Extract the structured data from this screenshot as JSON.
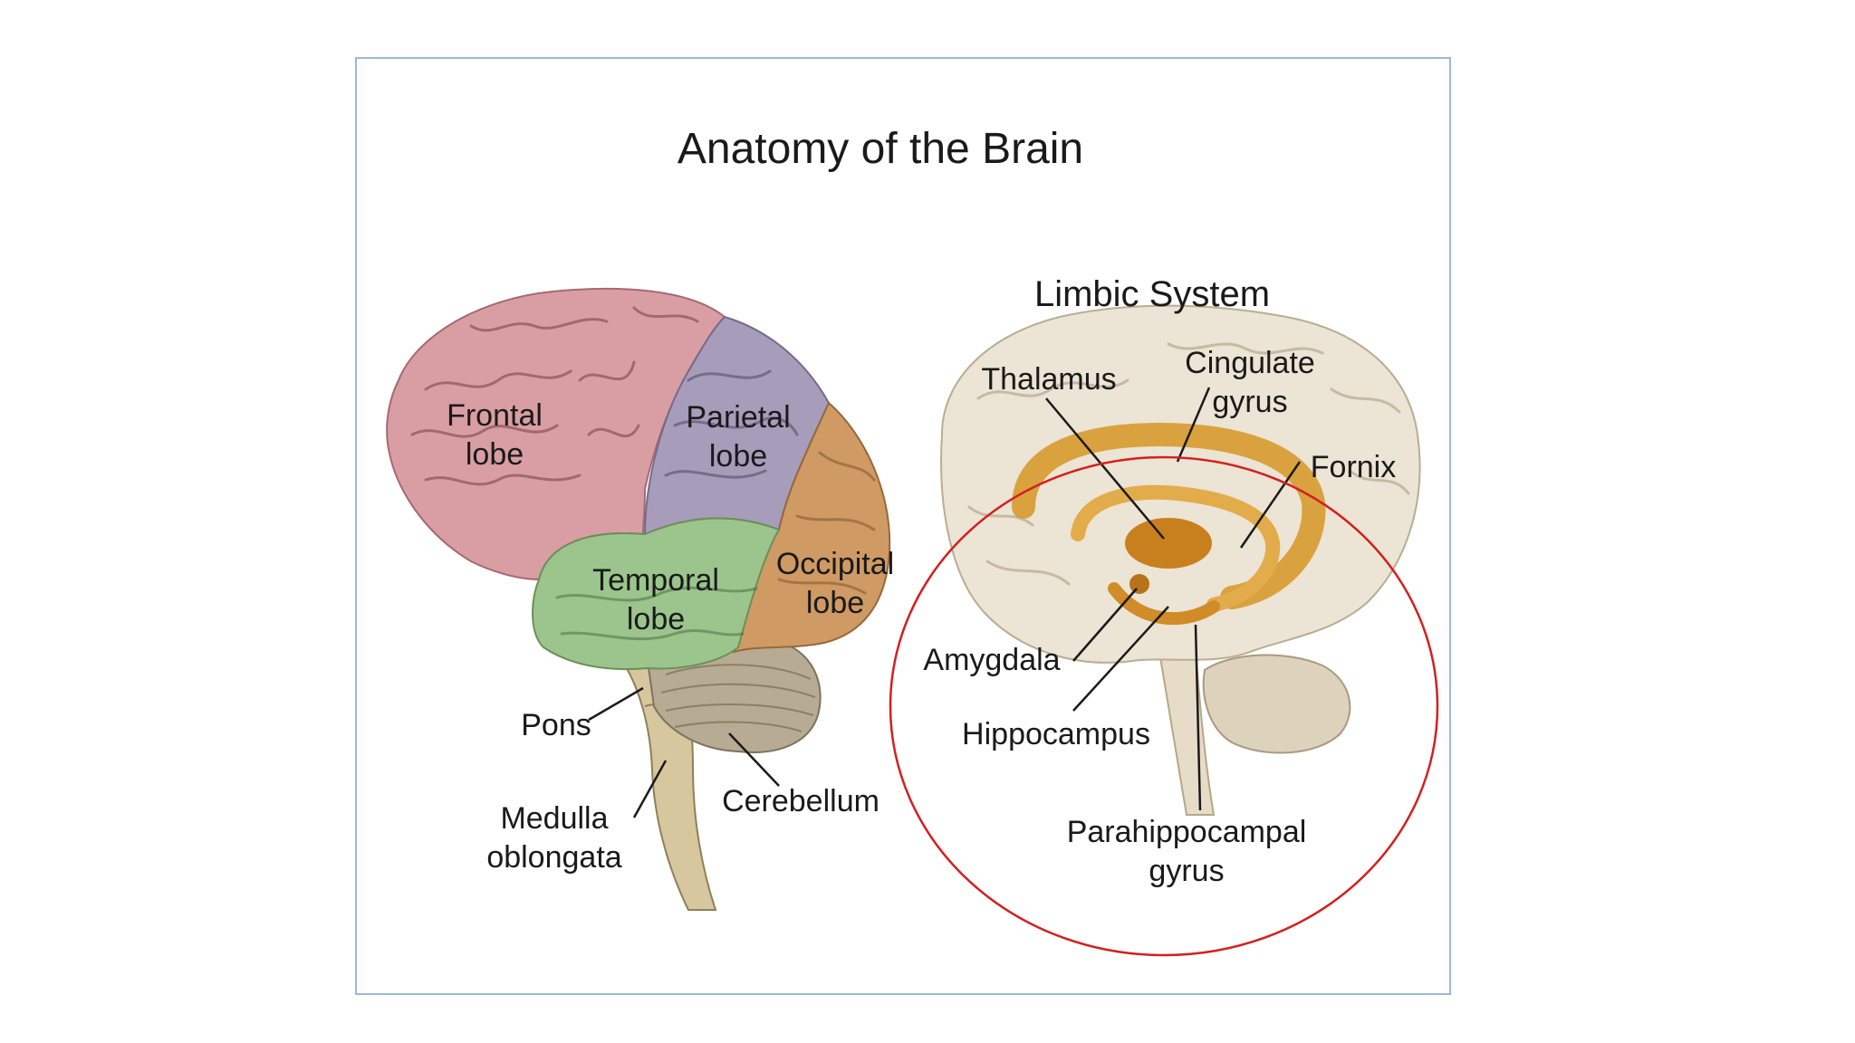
{
  "title": "Anatomy of the Brain",
  "limbic_title": "Limbic System",
  "lobes": {
    "frontal": "Frontal\nlobe",
    "parietal": "Parietal\nlobe",
    "temporal": "Temporal\nlobe",
    "occipital": "Occipital\nlobe"
  },
  "structures": {
    "pons": "Pons",
    "medulla": "Medulla\noblongata",
    "cerebellum": "Cerebellum"
  },
  "limbic": {
    "thalamus": "Thalamus",
    "cingulate": "Cingulate\ngyrus",
    "fornix": "Fornix",
    "amygdala": "Amygdala",
    "hippocampus": "Hippocampus",
    "parahippocampal": "Parahippocampal\ngyrus"
  },
  "colors": {
    "frontal": "#d99ea3",
    "parietal": "#a79cb9",
    "temporal": "#9cc48d",
    "occipital": "#cf9a64",
    "cerebellum": "#b8ab93",
    "stem": "#d6c79f",
    "limbic_brain": "#ece4d4",
    "limbic_gold": "#d79a2f",
    "highlight_circle": "#d22020",
    "frame_border": "#9db8d6"
  }
}
